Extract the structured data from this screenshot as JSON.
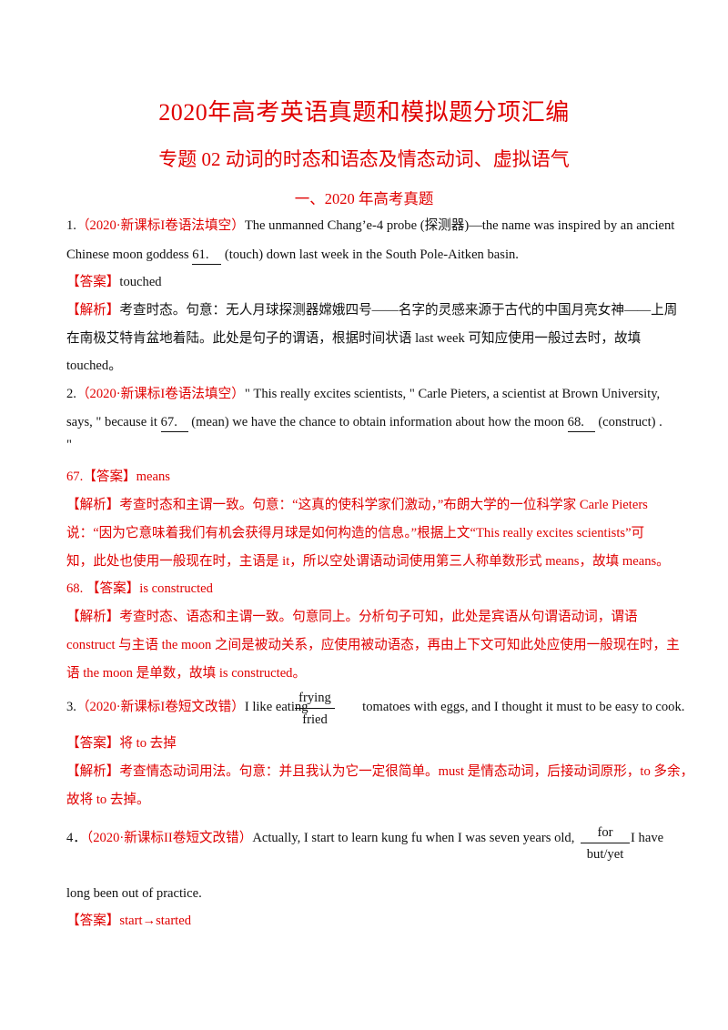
{
  "title": "2020年高考英语真题和模拟题分项汇编",
  "subtitle": "专题 02  动词的时态和语态及情态动词、虚拟语气",
  "section": "一、2020 年高考真题",
  "labels": {
    "answer": "【答案】",
    "analysis": "【解析】"
  },
  "colors": {
    "accent_red": "#e00000",
    "text": "#111111",
    "background": "#ffffff"
  },
  "q1": {
    "num": "1.",
    "source": "（2020·新课标I卷语法填空）",
    "text_1": "The unmanned Chang’e-4 probe (探测器)—the name was inspired by an ancient",
    "text_2a": "Chinese moon goddess",
    "blank": "61.",
    "text_2b": "(touch) down last week in the South Pole-Aitken basin.",
    "answer": "touched",
    "analysis_1": "考查时态。句意：无人月球探测器嫦娥四号——名字的灵感来源于古代的中国月亮女神——上周",
    "analysis_2": "在南极艾特肯盆地着陆。此处是句子的谓语，根据时间状语 last week 可知应使用一般过去时，故填",
    "analysis_3": "touched。"
  },
  "q2": {
    "num": "2.",
    "source": "（2020·新课标I卷语法填空）",
    "text_1": "\" This really excites scientists, \"  Carle Pieters, a scientist at Brown University,",
    "text_2a": "says, \" because it ",
    "blank_67": "67.",
    "text_2b": "(mean) we have the chance to obtain information about how the moon",
    "blank_68": "68.",
    "text_2c": "(construct)  .",
    "text_3": "\"",
    "answer_67_prefix": "67.",
    "answer_67": "means",
    "analysis_67_1": "考查时态和主谓一致。句意：“这真的使科学家们激动，”布朗大学的一位科学家 Carle Pieters",
    "analysis_67_2": "说：“因为它意味着我们有机会获得月球是如何构造的信息。”根据上文“This really excites scientists”可",
    "analysis_67_3": "知，此处也使用一般现在时，主语是 it，所以空处谓语动词使用第三人称单数形式 means，故填 means。",
    "answer_68_prefix": "68. ",
    "answer_68": "is constructed",
    "analysis_68_1": "考查时态、语态和主谓一致。句意同上。分析句子可知，此处是宾语从句谓语动词，谓语",
    "analysis_68_2": "construct 与主语 the moon 之间是被动关系，应使用被动语态，再由上下文可知此处应使用一般现在时，主",
    "analysis_68_3": "语 the moon 是单数，故填 is constructed。"
  },
  "q3": {
    "num": "3.",
    "source": "（2020·新课标I卷短文改错）",
    "text_a": "I like eating ",
    "correction_original": "frying",
    "correction_fixed": "fried",
    "text_b": "tomatoes with eggs, and I thought it must to be easy to cook.",
    "answer": "将 to 去掉",
    "analysis_1": "考查情态动词用法。句意：并且我认为它一定很简单。must 是情态动词，后接动词原形，to 多余，",
    "analysis_2": "故将 to 去掉。"
  },
  "q4": {
    "num": "4．",
    "source": "（2020·新课标II卷短文改错）",
    "text_a": "Actually, I start to learn kung fu when I was seven years old, ",
    "correction_original": "for",
    "correction_fixed": "but/yet",
    "text_b": "I have",
    "text_2": "long been out of practice.",
    "answer": "start→started"
  }
}
